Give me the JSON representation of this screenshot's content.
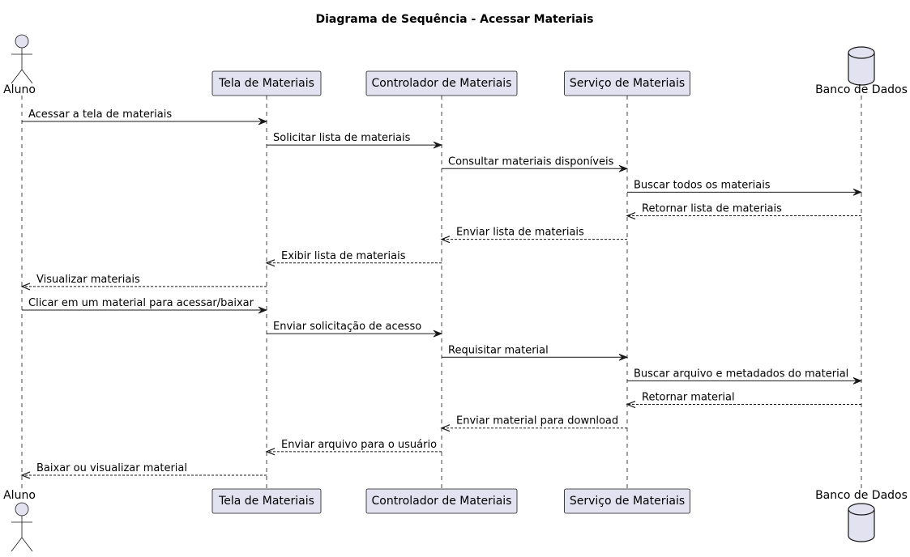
{
  "title": "Diagrama de Sequência - Acessar Materiais",
  "participants": [
    {
      "id": "aluno",
      "label": "Aluno",
      "kind": "actor"
    },
    {
      "id": "tela",
      "label": "Tela de Materiais",
      "kind": "participant"
    },
    {
      "id": "controlador",
      "label": "Controlador de Materiais",
      "kind": "participant"
    },
    {
      "id": "servico",
      "label": "Serviço de Materiais",
      "kind": "participant"
    },
    {
      "id": "banco",
      "label": "Banco de Dados",
      "kind": "database"
    }
  ],
  "messages": [
    {
      "from": "aluno",
      "to": "tela",
      "label": "Acessar a tela de materiais",
      "style": "sync"
    },
    {
      "from": "tela",
      "to": "controlador",
      "label": "Solicitar lista de materiais",
      "style": "sync"
    },
    {
      "from": "controlador",
      "to": "servico",
      "label": "Consultar materiais disponíveis",
      "style": "sync"
    },
    {
      "from": "servico",
      "to": "banco",
      "label": "Buscar todos os materiais",
      "style": "sync"
    },
    {
      "from": "banco",
      "to": "servico",
      "label": "Retornar lista de materiais",
      "style": "reply"
    },
    {
      "from": "servico",
      "to": "controlador",
      "label": "Enviar lista de materiais",
      "style": "reply"
    },
    {
      "from": "controlador",
      "to": "tela",
      "label": "Exibir lista de materiais",
      "style": "reply"
    },
    {
      "from": "tela",
      "to": "aluno",
      "label": "Visualizar materiais",
      "style": "reply"
    },
    {
      "from": "aluno",
      "to": "tela",
      "label": "Clicar em um material para acessar/baixar",
      "style": "sync"
    },
    {
      "from": "tela",
      "to": "controlador",
      "label": "Enviar solicitação de acesso",
      "style": "sync"
    },
    {
      "from": "controlador",
      "to": "servico",
      "label": "Requisitar material",
      "style": "sync"
    },
    {
      "from": "servico",
      "to": "banco",
      "label": "Buscar arquivo e metadados do material",
      "style": "sync"
    },
    {
      "from": "banco",
      "to": "servico",
      "label": "Retornar material",
      "style": "reply"
    },
    {
      "from": "servico",
      "to": "controlador",
      "label": "Enviar material para download",
      "style": "reply"
    },
    {
      "from": "controlador",
      "to": "tela",
      "label": "Enviar arquivo para o usuário",
      "style": "reply"
    },
    {
      "from": "tela",
      "to": "aluno",
      "label": "Baixar ou visualizar material",
      "style": "reply"
    }
  ]
}
